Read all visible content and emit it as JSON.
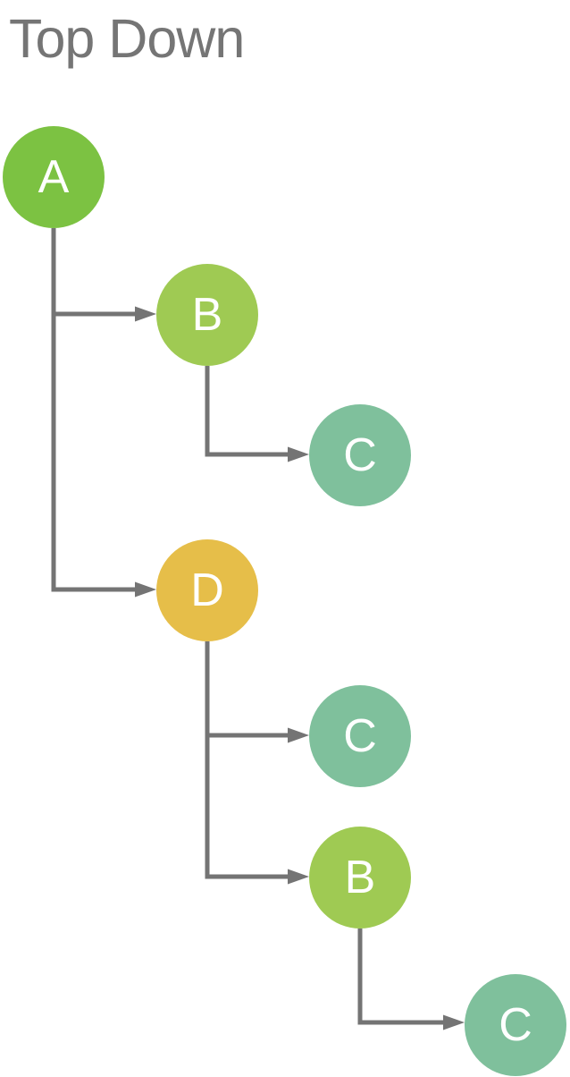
{
  "title": "Top Down",
  "colors": {
    "node_a_green": "#7CC242",
    "node_b_light_green": "#9FCA53",
    "node_c_teal": "#7FC09C",
    "node_d_gold": "#E6BE49",
    "edge_gray": "#747474",
    "title_gray": "#757575",
    "node_label_white": "#FFFFFF",
    "background": "#FFFFFF"
  },
  "nodes": [
    {
      "id": "a",
      "label": "A",
      "color": "#7CC242"
    },
    {
      "id": "b1",
      "label": "B",
      "color": "#9FCA53"
    },
    {
      "id": "c1",
      "label": "C",
      "color": "#7FC09C"
    },
    {
      "id": "d",
      "label": "D",
      "color": "#E6BE49"
    },
    {
      "id": "c2",
      "label": "C",
      "color": "#7FC09C"
    },
    {
      "id": "b2",
      "label": "B",
      "color": "#9FCA53"
    },
    {
      "id": "c3",
      "label": "C",
      "color": "#7FC09C"
    }
  ],
  "edges": [
    {
      "from": "a",
      "to": "b1"
    },
    {
      "from": "a",
      "to": "d"
    },
    {
      "from": "b1",
      "to": "c1"
    },
    {
      "from": "d",
      "to": "c2"
    },
    {
      "from": "d",
      "to": "b2"
    },
    {
      "from": "b2",
      "to": "c3"
    }
  ]
}
